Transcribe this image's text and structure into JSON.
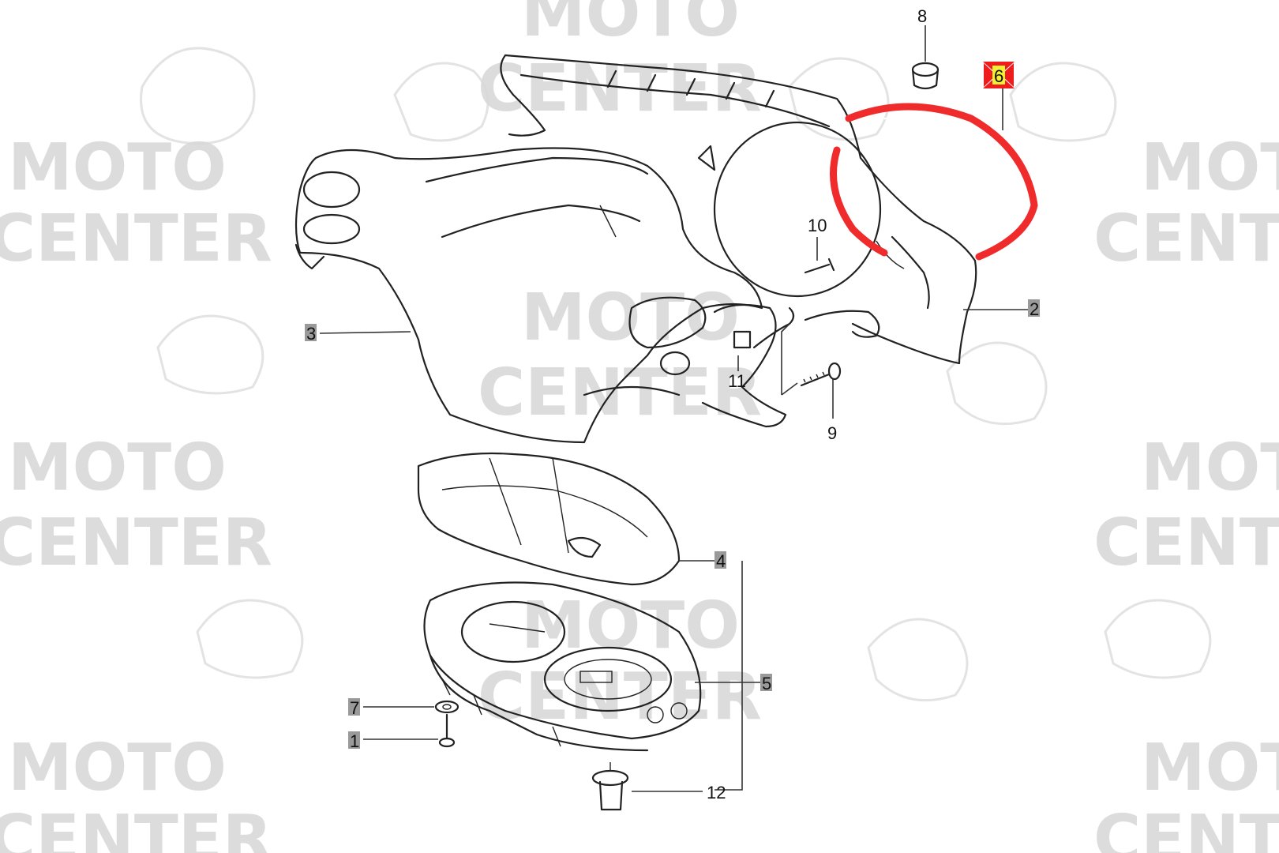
{
  "watermark": {
    "line1": "MOTO",
    "line2": "CENTER",
    "color": "#d9d9d9"
  },
  "highlight": {
    "color": "#ef2b2b",
    "marker_color": "#ee1c1c",
    "label_bg": "#f3ef32"
  },
  "callouts": [
    {
      "id": "1",
      "label": "1"
    },
    {
      "id": "2",
      "label": "2"
    },
    {
      "id": "3",
      "label": "3"
    },
    {
      "id": "4",
      "label": "4"
    },
    {
      "id": "5",
      "label": "5"
    },
    {
      "id": "6",
      "label": "6",
      "highlighted": true
    },
    {
      "id": "7",
      "label": "7"
    },
    {
      "id": "8",
      "label": "8"
    },
    {
      "id": "9",
      "label": "9"
    },
    {
      "id": "10",
      "label": "10"
    },
    {
      "id": "11",
      "label": "11"
    },
    {
      "id": "12",
      "label": "12"
    }
  ]
}
